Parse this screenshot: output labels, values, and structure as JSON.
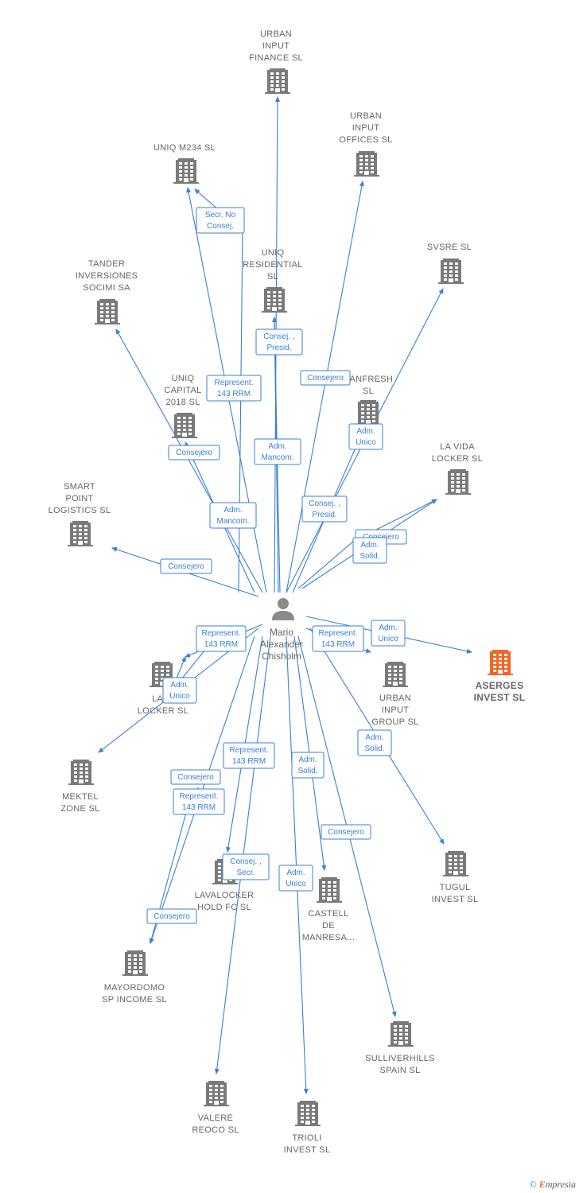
{
  "center": {
    "name_lines": [
      "Mario",
      "Alexander",
      "Chisholm"
    ],
    "icon": "person-icon"
  },
  "companies": [
    {
      "id": "urban-input-finance",
      "lines": [
        "URBAN",
        "INPUT",
        "FINANCE  SL"
      ]
    },
    {
      "id": "urban-input-offices",
      "lines": [
        "URBAN",
        "INPUT",
        "OFFICES  SL"
      ]
    },
    {
      "id": "uniq-m234",
      "lines": [
        "UNIQ M234  SL"
      ]
    },
    {
      "id": "uniq-residential",
      "lines": [
        "UNIQ",
        "RESIDENTIAL",
        "SL"
      ]
    },
    {
      "id": "svsre",
      "lines": [
        "SVSRE  SL"
      ]
    },
    {
      "id": "tander",
      "lines": [
        "TANDER",
        "INVERSIONES",
        "SOCIMI SA"
      ]
    },
    {
      "id": "uniq-capital",
      "lines": [
        "UNIQ",
        "CAPITAL",
        "2018  SL"
      ]
    },
    {
      "id": "banfresh",
      "lines": [
        "BANFRESH",
        "SL"
      ]
    },
    {
      "id": "la-vida-locker",
      "lines": [
        "LA VIDA",
        "LOCKER  SL"
      ]
    },
    {
      "id": "smart-point",
      "lines": [
        "SMART",
        "POINT",
        "LOGISTICS  SL"
      ]
    },
    {
      "id": "aserges",
      "lines": [
        "ASERGES",
        "INVEST  SL"
      ],
      "focus": true
    },
    {
      "id": "lavalocker-sl",
      "lines": [
        "LAVA",
        "LOCKER SL"
      ]
    },
    {
      "id": "urban-input-group",
      "lines": [
        "URBAN",
        "INPUT",
        "GROUP  SL"
      ]
    },
    {
      "id": "mektel",
      "lines": [
        "MEKTEL",
        "ZONE  SL"
      ]
    },
    {
      "id": "tugul",
      "lines": [
        "TUGUL",
        "INVEST  SL"
      ]
    },
    {
      "id": "lavalocker-hold",
      "lines": [
        "LAVALOCKER",
        "HOLD FC  SL"
      ]
    },
    {
      "id": "castell",
      "lines": [
        "CASTELL",
        "DE",
        "MANRESA..."
      ]
    },
    {
      "id": "mayordomo",
      "lines": [
        "MAYORDOMO",
        "SP INCOME  SL"
      ]
    },
    {
      "id": "sulliverhills",
      "lines": [
        "SULLIVERHILLS",
        "SPAIN  SL"
      ]
    },
    {
      "id": "valere",
      "lines": [
        "VALERE",
        "REOCO  SL"
      ]
    },
    {
      "id": "trioli",
      "lines": [
        "TRIOLI",
        "INVEST  SL"
      ]
    }
  ],
  "relations": [
    {
      "target": "urban-input-finance",
      "lines": []
    },
    {
      "target": "urban-input-offices",
      "lines": [
        "Consejero"
      ]
    },
    {
      "target": "uniq-m234",
      "lines": [
        "Represent.",
        "143 RRM"
      ]
    },
    {
      "target": "uniq-m234",
      "lines": [
        "Secr.  No",
        "Consej."
      ]
    },
    {
      "target": "uniq-residential",
      "lines": [
        "Consej. ,",
        "Presid."
      ]
    },
    {
      "target": "uniq-residential",
      "lines": [
        "Adm.",
        "Mancom."
      ]
    },
    {
      "target": "svsre",
      "lines": [
        "Adm.",
        "Unico"
      ]
    },
    {
      "target": "tander",
      "lines": [
        "Adm.",
        "Mancom."
      ]
    },
    {
      "target": "uniq-capital",
      "lines": [
        "Consejero"
      ]
    },
    {
      "target": "banfresh",
      "lines": [
        "Consej. ,",
        "Presid."
      ]
    },
    {
      "target": "la-vida-locker",
      "lines": [
        "Consejero"
      ]
    },
    {
      "target": "la-vida-locker",
      "lines": [
        "Adm.",
        "Solid."
      ]
    },
    {
      "target": "smart-point",
      "lines": [
        "Consejero"
      ]
    },
    {
      "target": "aserges",
      "lines": [
        "Adm.",
        "Unico"
      ]
    },
    {
      "target": "lavalocker-sl",
      "lines": [
        "Represent.",
        "143 RRM"
      ]
    },
    {
      "target": "lavalocker-sl",
      "lines": [
        "Consejero"
      ]
    },
    {
      "target": "urban-input-group",
      "lines": [
        "Represent.",
        "143 RRM"
      ]
    },
    {
      "target": "mektel",
      "lines": [
        "Adm.",
        "Unico"
      ]
    },
    {
      "target": "tugul",
      "lines": [
        "Adm.",
        "Solid."
      ]
    },
    {
      "target": "lavalocker-hold",
      "lines": [
        "Represent.",
        "143 RRM"
      ]
    },
    {
      "target": "castell",
      "lines": [
        "Adm.",
        "Solid."
      ]
    },
    {
      "target": "mayordomo",
      "lines": [
        "Represent.",
        "143 RRM"
      ]
    },
    {
      "target": "mayordomo",
      "lines": [
        "Consejero"
      ]
    },
    {
      "target": "sulliverhills",
      "lines": [
        "Consejero"
      ]
    },
    {
      "target": "valere",
      "lines": [
        "Consej. ,",
        "Secr."
      ]
    },
    {
      "target": "trioli",
      "lines": [
        "Adm.",
        "Unico"
      ]
    }
  ],
  "colors": {
    "edge": "#3a7fd5",
    "building": "#7a7a7a",
    "focus_building": "#f26522",
    "label": "#666666"
  },
  "footer": {
    "symbol": "©",
    "brand_initial": "E",
    "brand_rest": "mpresia"
  }
}
